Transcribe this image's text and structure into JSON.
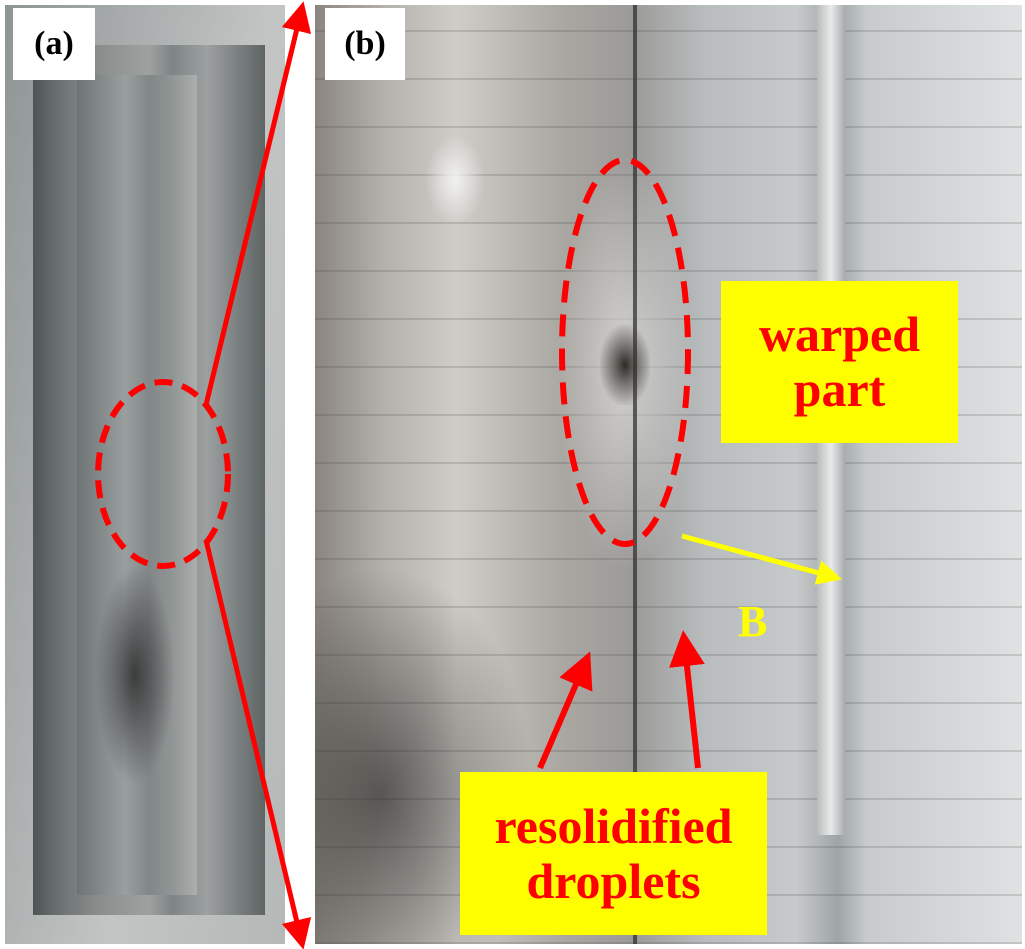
{
  "figure": {
    "panels": [
      {
        "id": "a",
        "label": "(a)",
        "description": "full view of part"
      },
      {
        "id": "b",
        "label": "(b)",
        "description": "magnified view of defect region"
      }
    ],
    "annotations": {
      "warped": {
        "line1": "warped",
        "line2": "part"
      },
      "droplets": {
        "line1": "resolidified",
        "line2": "droplets"
      },
      "marker_b": "B"
    },
    "colors": {
      "highlight_red": "#ff0000",
      "callout_yellow": "#ffff00",
      "label_bg": "#ffffff"
    }
  }
}
